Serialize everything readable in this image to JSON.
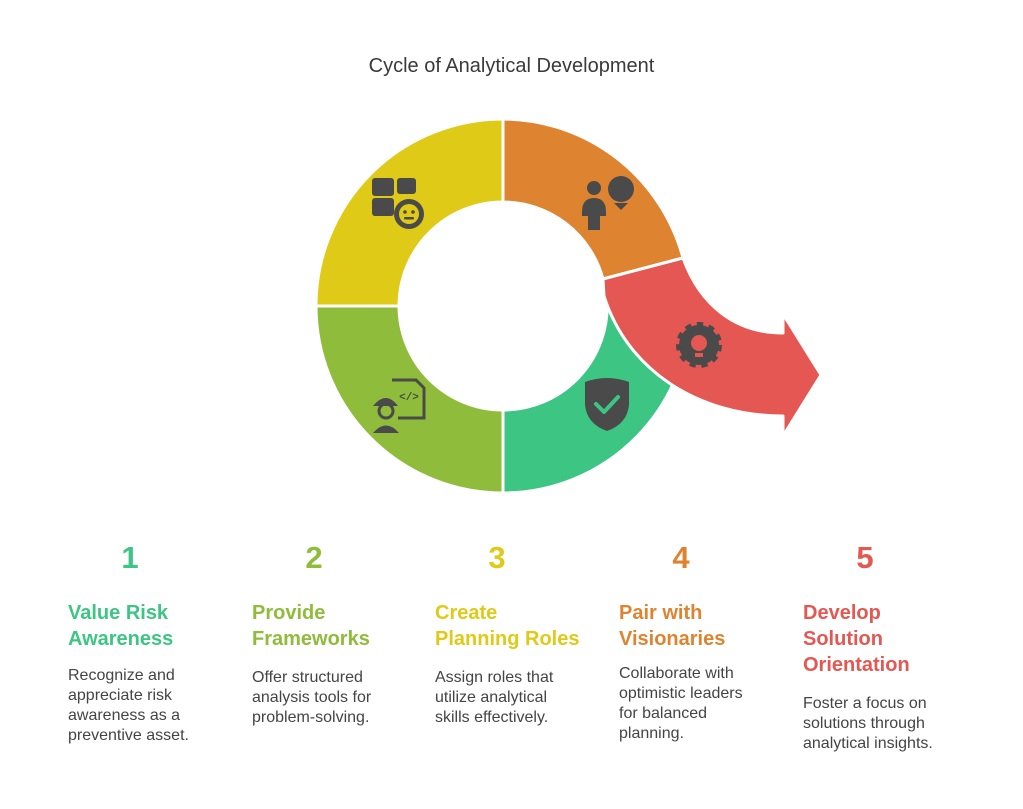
{
  "title": "Cycle of Analytical Development",
  "colors": {
    "green": "#3dc584",
    "olive": "#8fbc3a",
    "yellow": "#dfca17",
    "orange": "#de8430",
    "red": "#e45752",
    "icon": "#4a4a4a"
  },
  "steps": [
    {
      "number": "1",
      "title": "Value Risk\nAwareness",
      "description": "Recognize and\nappreciate risk\nawareness as a\npreventive asset.",
      "icon": "shield-check-icon"
    },
    {
      "number": "2",
      "title": "Provide\nFrameworks",
      "description": "Offer structured\nanalysis tools for\nproblem-solving.",
      "icon": "engineer-code-icon"
    },
    {
      "number": "3",
      "title": "Create\nPlanning Roles",
      "description": "Assign roles that\nutilize analytical\nskills effectively.",
      "icon": "puzzle-face-icon"
    },
    {
      "number": "4",
      "title": "Pair with\nVisionaries",
      "description": "Collaborate with\noptimistic leaders\nfor balanced\nplanning.",
      "icon": "person-lightbulb-icon"
    },
    {
      "number": "5",
      "title": "Develop\nSolution\nOrientation",
      "description": "Foster a focus on\nsolutions through\nanalytical insights.",
      "icon": "gear-bulb-icon"
    }
  ]
}
